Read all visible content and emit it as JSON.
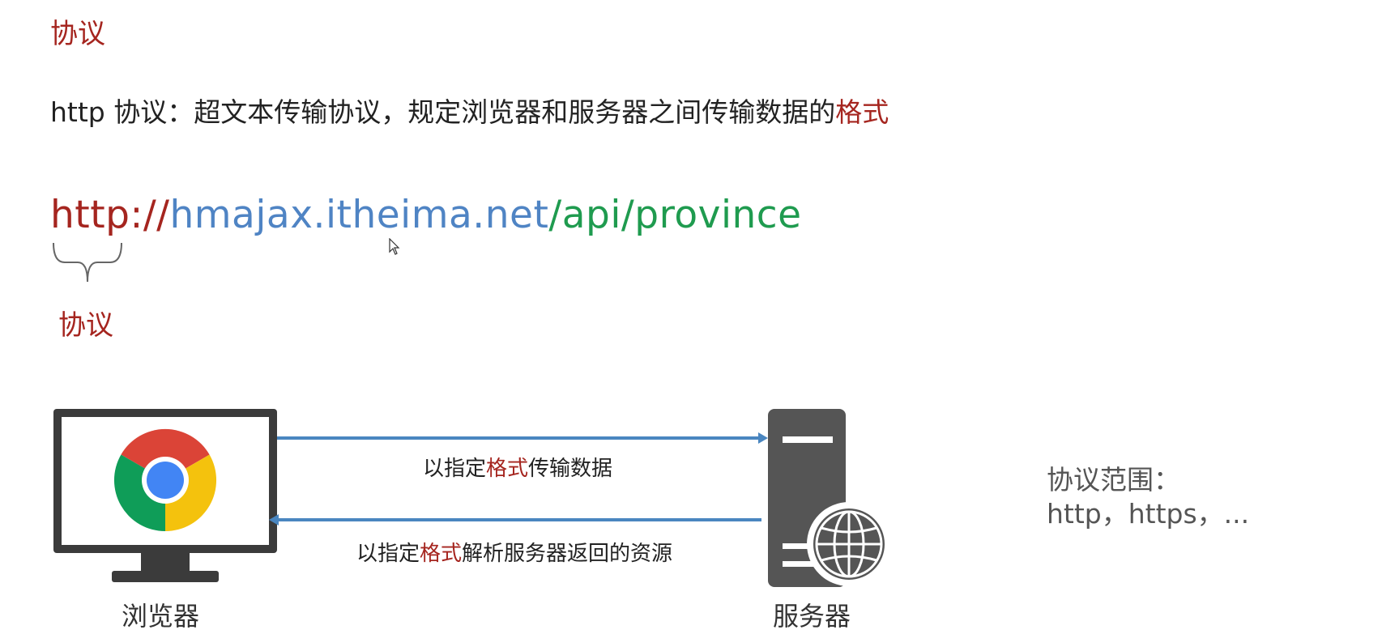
{
  "heading": "协议",
  "definition": {
    "prefix": "http 协议：超文本传输协议，规定浏览器和服务器之间传输数据的",
    "highlight": "格式"
  },
  "url": {
    "protocol": "http://",
    "domain": "hmajax.itheima.net",
    "path": "/api/province"
  },
  "brace_label": "协议",
  "diagram": {
    "browser_label": "浏览器",
    "server_label": "服务器",
    "request": {
      "prefix": "以指定",
      "highlight": "格式",
      "suffix": "传输数据"
    },
    "response": {
      "prefix": "以指定",
      "highlight": "格式",
      "suffix": "解析服务器返回的资源"
    }
  },
  "scope": {
    "title": "协议范围：",
    "values": "http，https，..."
  },
  "colors": {
    "highlight": "#a5251f",
    "domain": "#4f84c4",
    "path": "#1f9b4f",
    "arrow": "#4a86c0",
    "server": "#555555"
  },
  "icons": [
    "chrome-logo-icon",
    "monitor-icon",
    "server-icon",
    "globe-icon",
    "mouse-cursor-icon"
  ]
}
